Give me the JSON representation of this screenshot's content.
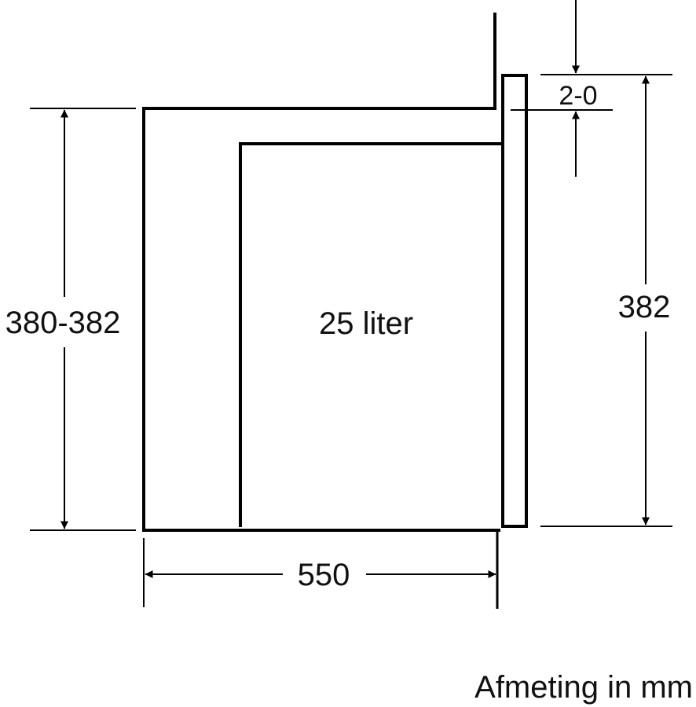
{
  "diagram": {
    "labels": {
      "gap_dimension": "2-0",
      "niche_height": "380-382",
      "appliance_height": "382",
      "appliance_depth": "550",
      "capacity": "25 liter",
      "unit_note": "Afmeting in mm"
    },
    "colors": {
      "stroke": "#000000",
      "text": "#111111",
      "background": "#ffffff"
    }
  }
}
